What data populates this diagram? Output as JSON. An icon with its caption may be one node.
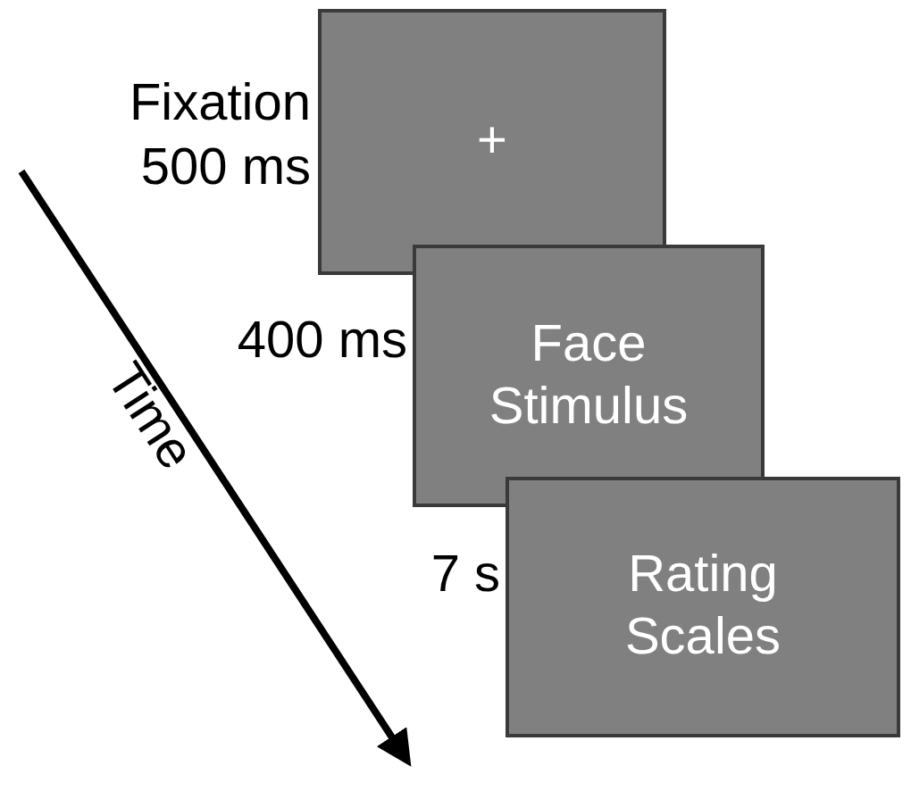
{
  "diagram": {
    "nodes": [
      {
        "text": [
          "+"
        ],
        "beside": [
          "Fixation 500 ms"
        ]
      },
      {
        "text": [
          "Face Stimulus"
        ],
        "beside": [
          "400 ms"
        ]
      },
      {
        "text": [
          "Rating Scales"
        ],
        "beside": [
          "7 s"
        ]
      }
    ],
    "labels": [
      "Time"
    ]
  }
}
